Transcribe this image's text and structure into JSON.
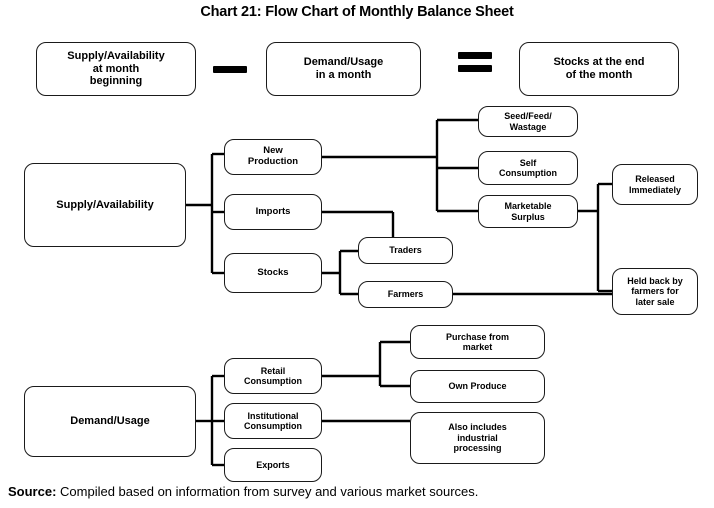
{
  "title": "Chart 21: Flow Chart of Monthly Balance Sheet",
  "equation": {
    "left_box": "Supply/Availability\nat month\nbeginning",
    "minus_operator": "minus-symbol",
    "middle_box": "Demand/Usage\nin a month",
    "equals_operator": "equals-symbol",
    "right_box": "Stocks at the end\nof the month"
  },
  "supply_tree": {
    "root": "Supply/Availability",
    "level1": [
      "New\nProduction",
      "Imports",
      "Stocks"
    ],
    "new_production_children": [
      "Seed/Feed/\nWastage",
      "Self\nConsumption",
      "Marketable\nSurplus"
    ],
    "stocks_children": [
      "Traders",
      "Farmers"
    ],
    "marketable_surplus_children": [
      "Released\nImmediately",
      "Held back by\nfarmers for\nlater sale"
    ]
  },
  "demand_tree": {
    "root": "Demand/Usage",
    "level1": [
      "Retail\nConsumption",
      "Institutional\nConsumption",
      "Exports"
    ],
    "retail_children": [
      "Purchase from\nmarket",
      "Own Produce"
    ],
    "institutional_note": "Also includes\nindustrial\nprocessing"
  },
  "source": {
    "label": "Source:",
    "text": " Compiled based on information from survey and various market sources."
  },
  "colors": {
    "stroke": "#000000",
    "box_border": "#1a1a1a",
    "background": "#ffffff",
    "text": "#000000"
  }
}
